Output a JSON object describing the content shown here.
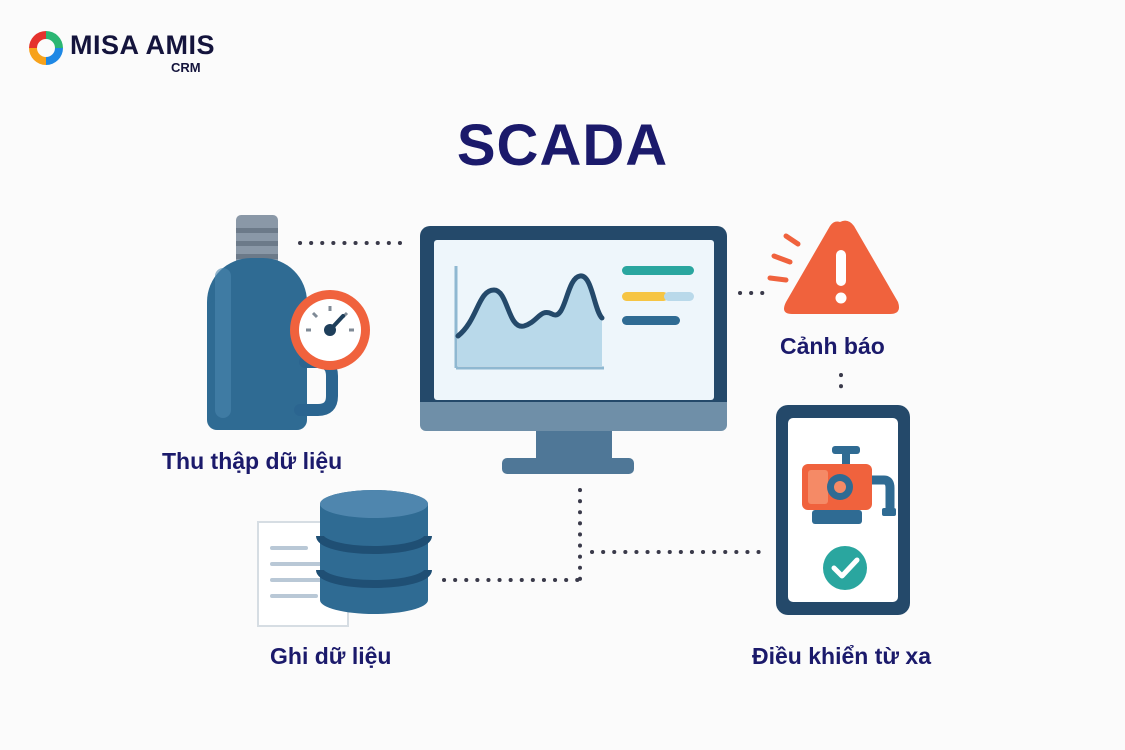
{
  "brand": {
    "name": "MISA AMIS",
    "sub": "CRM",
    "logo_colors": [
      "#e5322d",
      "#f7a21b",
      "#2bb673",
      "#1e88e5"
    ]
  },
  "title": "SCADA",
  "nodes": {
    "collect": {
      "label": "Thu thập dữ liệu",
      "icon": "pressure-tank-icon"
    },
    "alert": {
      "label": "Cảnh báo",
      "icon": "warning-icon"
    },
    "record": {
      "label": "Ghi dữ liệu",
      "icon": "database-icon"
    },
    "remote": {
      "label": "Điều khiển từ xa",
      "icon": "mobile-control-icon"
    },
    "center": {
      "icon": "monitor-dashboard-icon"
    }
  },
  "colors": {
    "title": "#1b1a6b",
    "primary": "#2f6b93",
    "dark": "#1f3f5b",
    "accent_orange": "#f0623d",
    "accent_teal": "#2aa69f",
    "accent_yellow": "#f6c544",
    "light_blue": "#b9d9ea"
  }
}
